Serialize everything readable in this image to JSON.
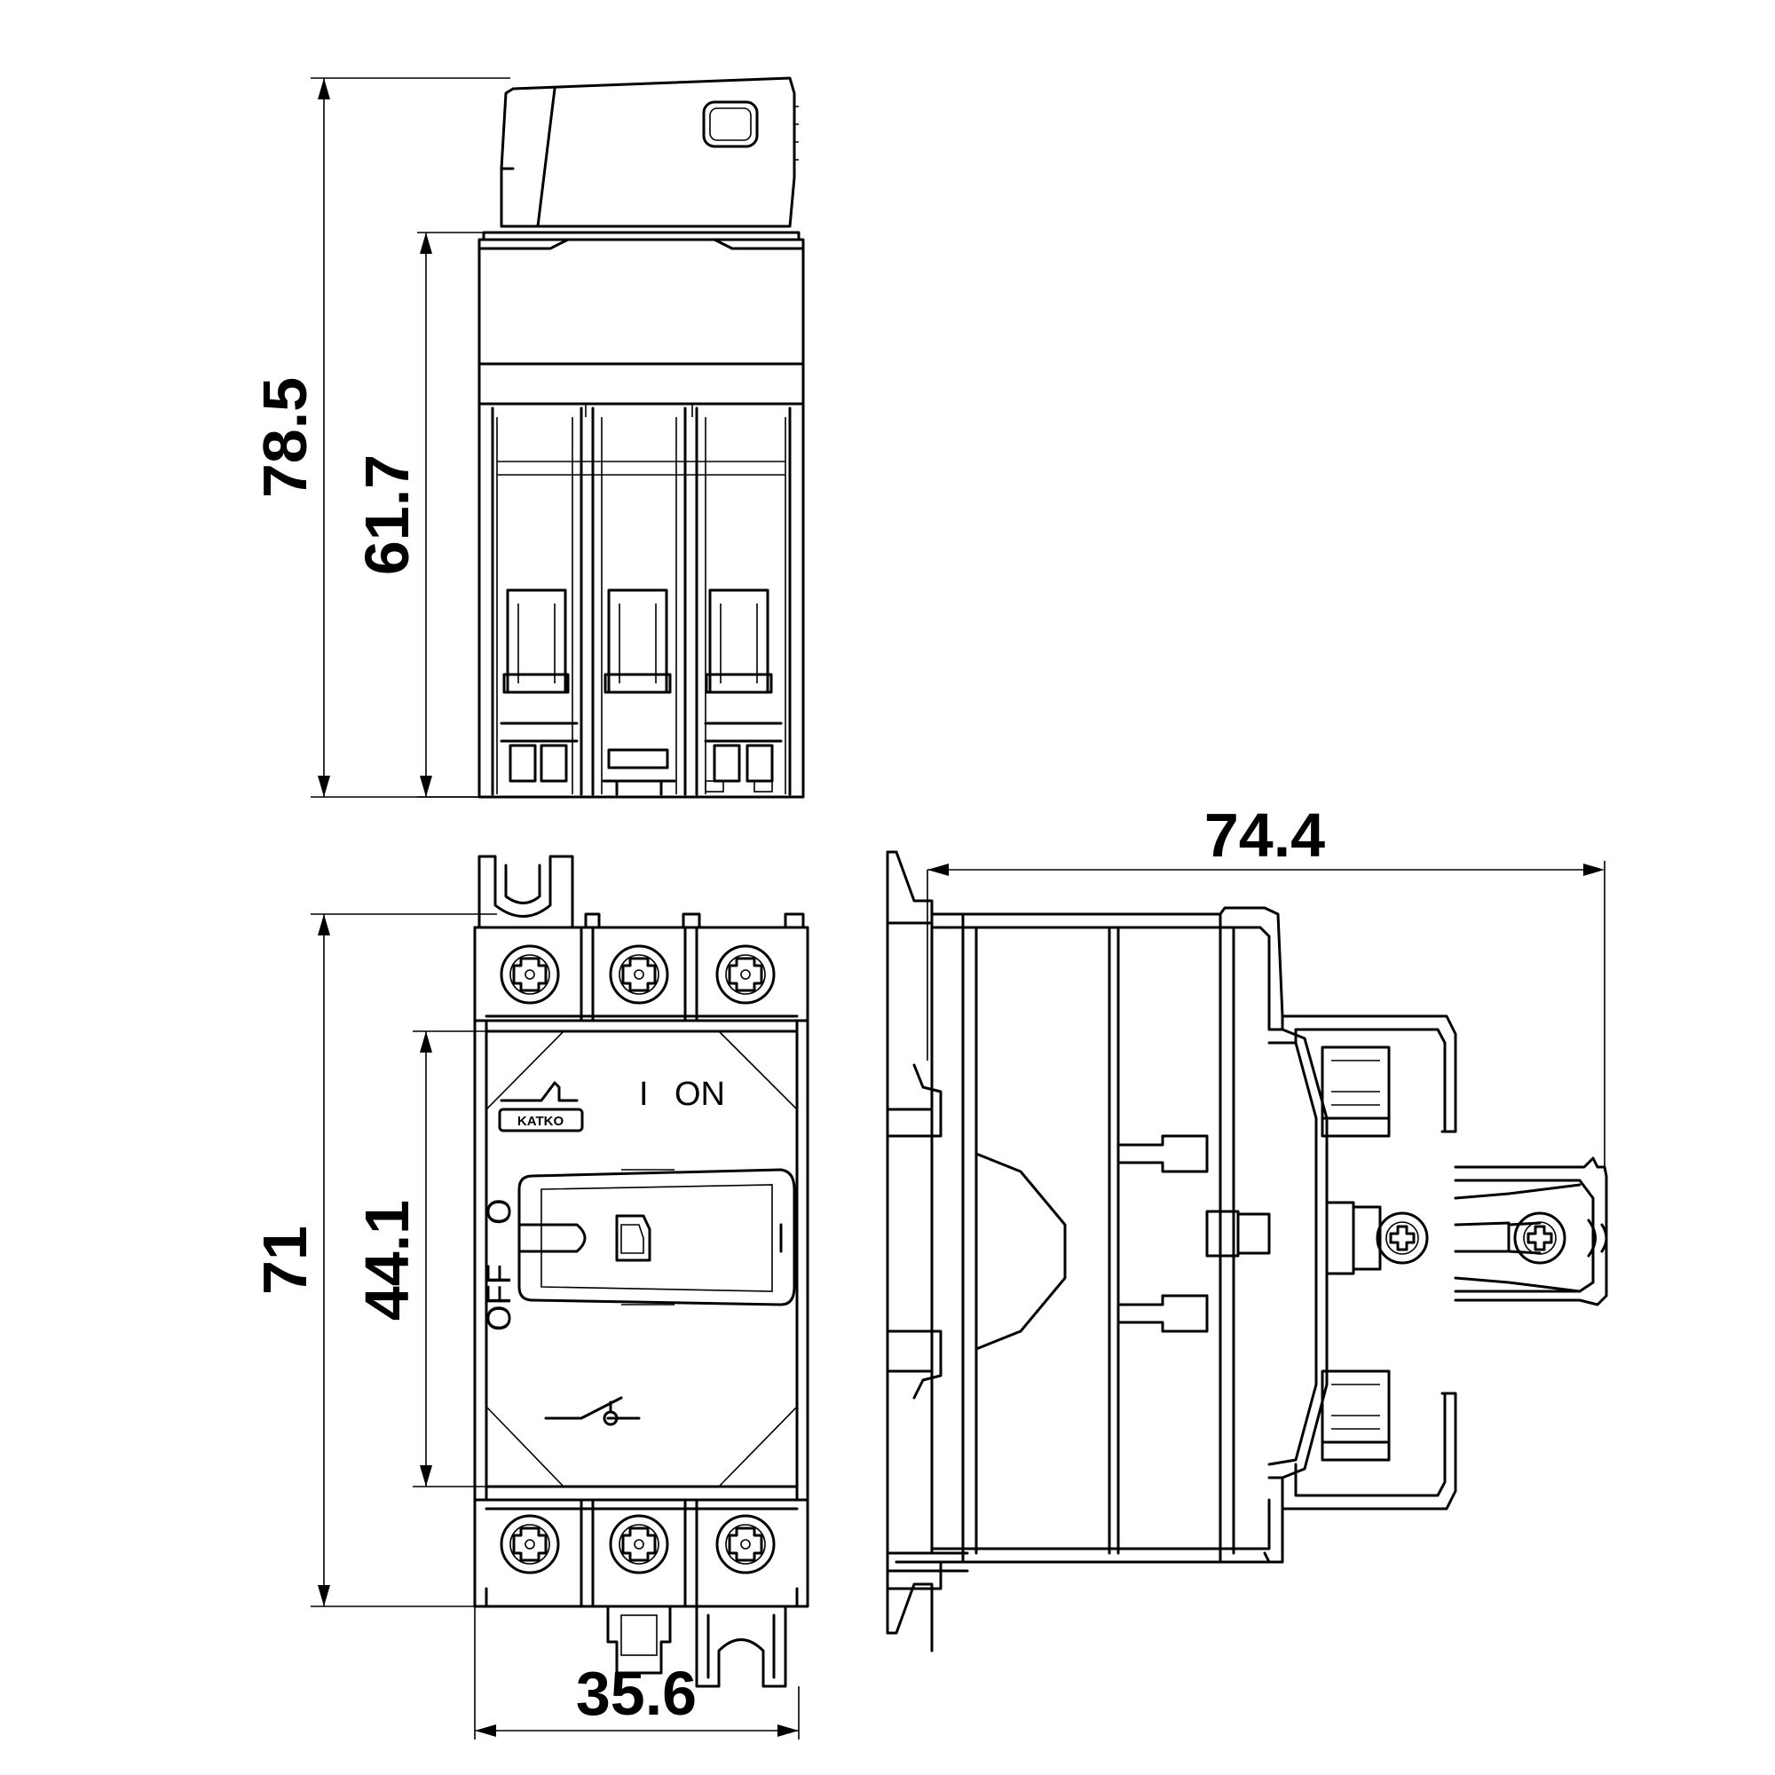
{
  "dimensions": {
    "total_height": "78.5",
    "body_height": "61.7",
    "overall_length": "74.4",
    "front_height": "71",
    "handle_zone_height": "44.1",
    "width": "35.6"
  },
  "labels": {
    "brand": "KATKO",
    "on_symbol": "I",
    "on_text": "ON",
    "off_text": "OFF",
    "off_symbol": "O"
  }
}
